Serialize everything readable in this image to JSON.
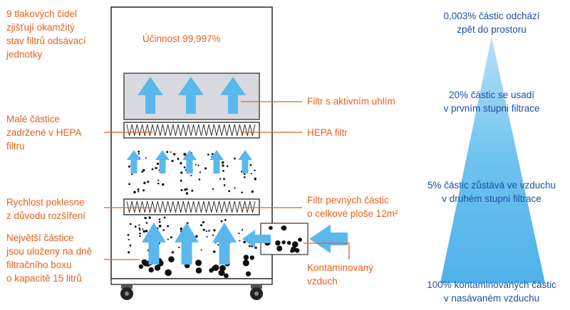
{
  "colors": {
    "accent_orange": "#e8601c",
    "text_blue": "#1e4fa3",
    "arrow_blue": "#5bb8ec",
    "filter_grey": "#d8dadf",
    "unit_border": "#333333"
  },
  "unit": {
    "efficiency": "Účinnost 99,997%"
  },
  "left_labels": {
    "sensors": [
      "9 tlakových čidel",
      "zjišťují okamžitý",
      "stav filtrů odsávací",
      "jednotky"
    ],
    "small_particles": [
      "Malé částice",
      "zadržené v HEPA",
      "filtru"
    ],
    "speed_drop": [
      "Rychlost poklesne",
      "z důvodu rozšíření"
    ],
    "largest_particles": [
      "Největší částice",
      "jsou uloženy na dně",
      "filtračního boxu",
      "o kapacitě 15 litrů"
    ]
  },
  "right_labels": {
    "carbon_filter": "Filtr s aktivním uhlím",
    "hepa_filter": "HEPA filtr",
    "solid_filter": [
      "Filtr pevných částic",
      "o celkové ploše 12m²"
    ],
    "contaminated_air": [
      "Kontaminovaný",
      "vzduch"
    ]
  },
  "cone_labels": {
    "top": [
      "0,003% částic odchází",
      "zpět do prostoru"
    ],
    "level_20": [
      "20% částic se usadí",
      "v prvním stupni filtrace"
    ],
    "level_5": [
      "5% částic zůstává ve vzduchu",
      "v druhém stupni filtrace"
    ],
    "bottom": [
      "100% kontaminovaných částic",
      "v nasávaném vzduchu"
    ]
  },
  "icons": [
    "up-arrow-icon",
    "left-arrow-icon",
    "wheel-icon",
    "particle-dot-icon"
  ]
}
